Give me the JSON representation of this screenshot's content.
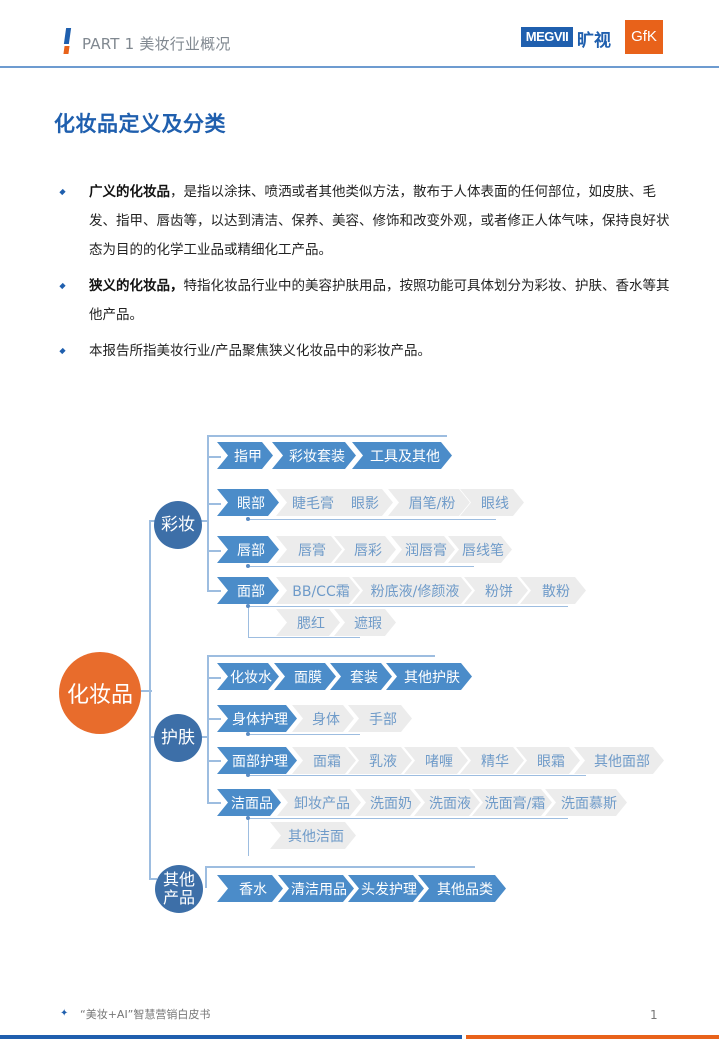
{
  "header": {
    "section_title": "PART 1 美妆行业概况",
    "logos": {
      "megvii": "MEGVII",
      "kuangshi": "旷视",
      "gfk": "GfK"
    }
  },
  "page_title": "化妆品定义及分类",
  "bullets": [
    {
      "bold": "广义的化妆品",
      "text": "，是指以涂抹、喷洒或者其他类似方法，散布于人体表面的任何部位，如皮肤、毛发、指甲、唇齿等，以达到清洁、保养、美容、修饰和改变外观，或者修正人体气味，保持良好状态为目的的化学工业品或精细化工产品。"
    },
    {
      "bold": "狭义的化妆品，",
      "text": "特指化妆品行业中的美容护肤用品，按照功能可具体划分为彩妆、护肤、香水等其他产品。"
    },
    {
      "bold": "",
      "text": "本报告所指美妆行业/产品聚焦狭义化妆品中的彩妆产品。"
    }
  ],
  "diagram": {
    "root": "化妆品",
    "categories": [
      {
        "label": "彩妆",
        "groups": [
          {
            "head": null,
            "items": [
              "指甲",
              "彩妆套装",
              "工具及其他"
            ]
          },
          {
            "head": "眼部",
            "items": [
              "睫毛膏",
              "眼影",
              "眉笔/粉",
              "眼线"
            ]
          },
          {
            "head": "唇部",
            "items": [
              "唇膏",
              "唇彩",
              "润唇膏",
              "唇线笔"
            ]
          },
          {
            "head": "面部",
            "items": [
              "BB/CC霜",
              "粉底液/修颜液",
              "粉饼",
              "散粉",
              "腮红",
              "遮瑕"
            ]
          }
        ]
      },
      {
        "label": "护肤",
        "groups": [
          {
            "head": null,
            "items": [
              "化妆水",
              "面膜",
              "套装",
              "其他护肤"
            ]
          },
          {
            "head": "身体护理",
            "items": [
              "身体",
              "手部"
            ]
          },
          {
            "head": "面部护理",
            "items": [
              "面霜",
              "乳液",
              "啫喱",
              "精华",
              "眼霜",
              "其他面部"
            ]
          },
          {
            "head": "洁面品",
            "items": [
              "卸妆产品",
              "洗面奶",
              "洗面液",
              "洗面膏/霜",
              "洗面慕斯",
              "其他洁面"
            ]
          }
        ]
      },
      {
        "label": "其他产品",
        "label_lines": [
          "其他",
          "产品"
        ],
        "groups": [
          {
            "head": null,
            "items": [
              "香水",
              "清洁用品",
              "头发护理",
              "其他品类"
            ]
          }
        ]
      }
    ]
  },
  "footer": {
    "star": "✦",
    "text": "“美妆+AI”智慧营销白皮书",
    "page": "1"
  },
  "colors": {
    "brand_blue": "#1f5fae",
    "brand_orange": "#e8621a",
    "chevron_blue": "#4b8cc9",
    "chevron_grey": "#ececec",
    "category_circle": "#3d6fa8",
    "root_circle": "#e86c2c"
  }
}
